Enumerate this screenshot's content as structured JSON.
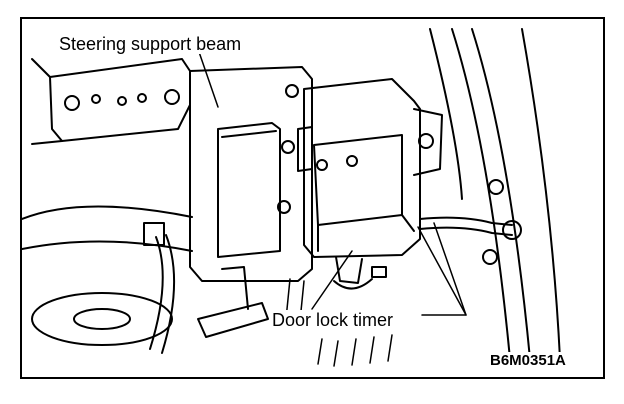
{
  "diagram": {
    "labels": {
      "steering_support_beam": "Steering support beam",
      "door_lock_timer": "Door lock timer",
      "figure_code": "B6M0351A"
    }
  }
}
